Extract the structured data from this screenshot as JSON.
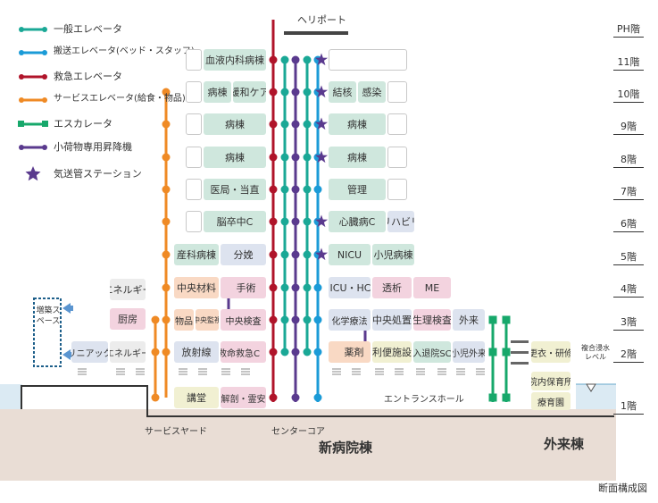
{
  "legend": [
    {
      "label": "一般エレベータ",
      "color": "#1aa896",
      "kind": "line"
    },
    {
      "label": "搬送エレベータ(ベッド・スタッフ)",
      "color": "#1b9bd7",
      "kind": "line"
    },
    {
      "label": "救急エレベータ",
      "color": "#b0142a",
      "kind": "line"
    },
    {
      "label": "サービスエレベータ(給食・物品)",
      "color": "#ef8a25",
      "kind": "line"
    },
    {
      "label": "エスカレータ",
      "color": "#17a86b",
      "kind": "square"
    },
    {
      "label": "小荷物専用昇降機",
      "color": "#5a3a8e",
      "kind": "line"
    },
    {
      "label": "気送管ステーション",
      "color": "#5a3a8e",
      "kind": "star"
    }
  ],
  "floors": [
    "PH階",
    "11階",
    "10階",
    "9階",
    "8階",
    "7階",
    "6階",
    "5階",
    "4階",
    "3階",
    "2階",
    "1階"
  ],
  "heliport": "ヘリポート",
  "rooms": {
    "r11a": "血液内科病棟",
    "r10a": "病棟",
    "r10b": "緩和ケア",
    "r10c": "結核",
    "r10d": "感染",
    "r9a": "病棟",
    "r9b": "病棟",
    "r8a": "病棟",
    "r8b": "病棟",
    "r7a": "医局・当直",
    "r7b": "管理",
    "r6a": "脳卒中C",
    "r6b": "心臓病C",
    "r6c": "リハビリ",
    "r5a": "産科病棟",
    "r5b": "分娩",
    "r5c": "NICU",
    "r5d": "小児病棟",
    "r4a": "エネルギー",
    "r4b": "中央材料",
    "r4c": "手術",
    "r4d": "ICU・HCU",
    "r4e": "透析",
    "r4f": "ME",
    "r3a": "厨房",
    "r3b": "物品",
    "r3c": "中央監視",
    "r3d": "中央検査",
    "r3e": "化学療法",
    "r3f": "中央処置",
    "r3g": "生理検査",
    "r3h": "外来",
    "r2a": "リニアック",
    "r2b": "エネルギー",
    "r2c": "放射線",
    "r2d": "救命救急C",
    "r2e": "薬剤",
    "r2f": "利便施設",
    "r2g": "入退院SC",
    "r2h": "小児外来",
    "r2i": "更衣・研修",
    "r1a": "講堂",
    "r1b": "解剖・霊安",
    "r1c": "院内保育所",
    "r1d": "療育園"
  },
  "labels": {
    "expand": "増築スペース",
    "service_yard": "サービスヤード",
    "center_core": "センターコア",
    "entrance_hall": "エントランスホール",
    "new_wing": "新病院棟",
    "outpatient_wing": "外来棟",
    "flood": "複合浸水レベル",
    "caption": "断面構成図"
  },
  "colors": {
    "general": "#1aa896",
    "transport": "#1b9bd7",
    "emergency": "#b0142a",
    "service": "#ef8a25",
    "escalator": "#17a86b",
    "dumbwaiter": "#5a3a8e",
    "ground": "#e9ddd5"
  }
}
